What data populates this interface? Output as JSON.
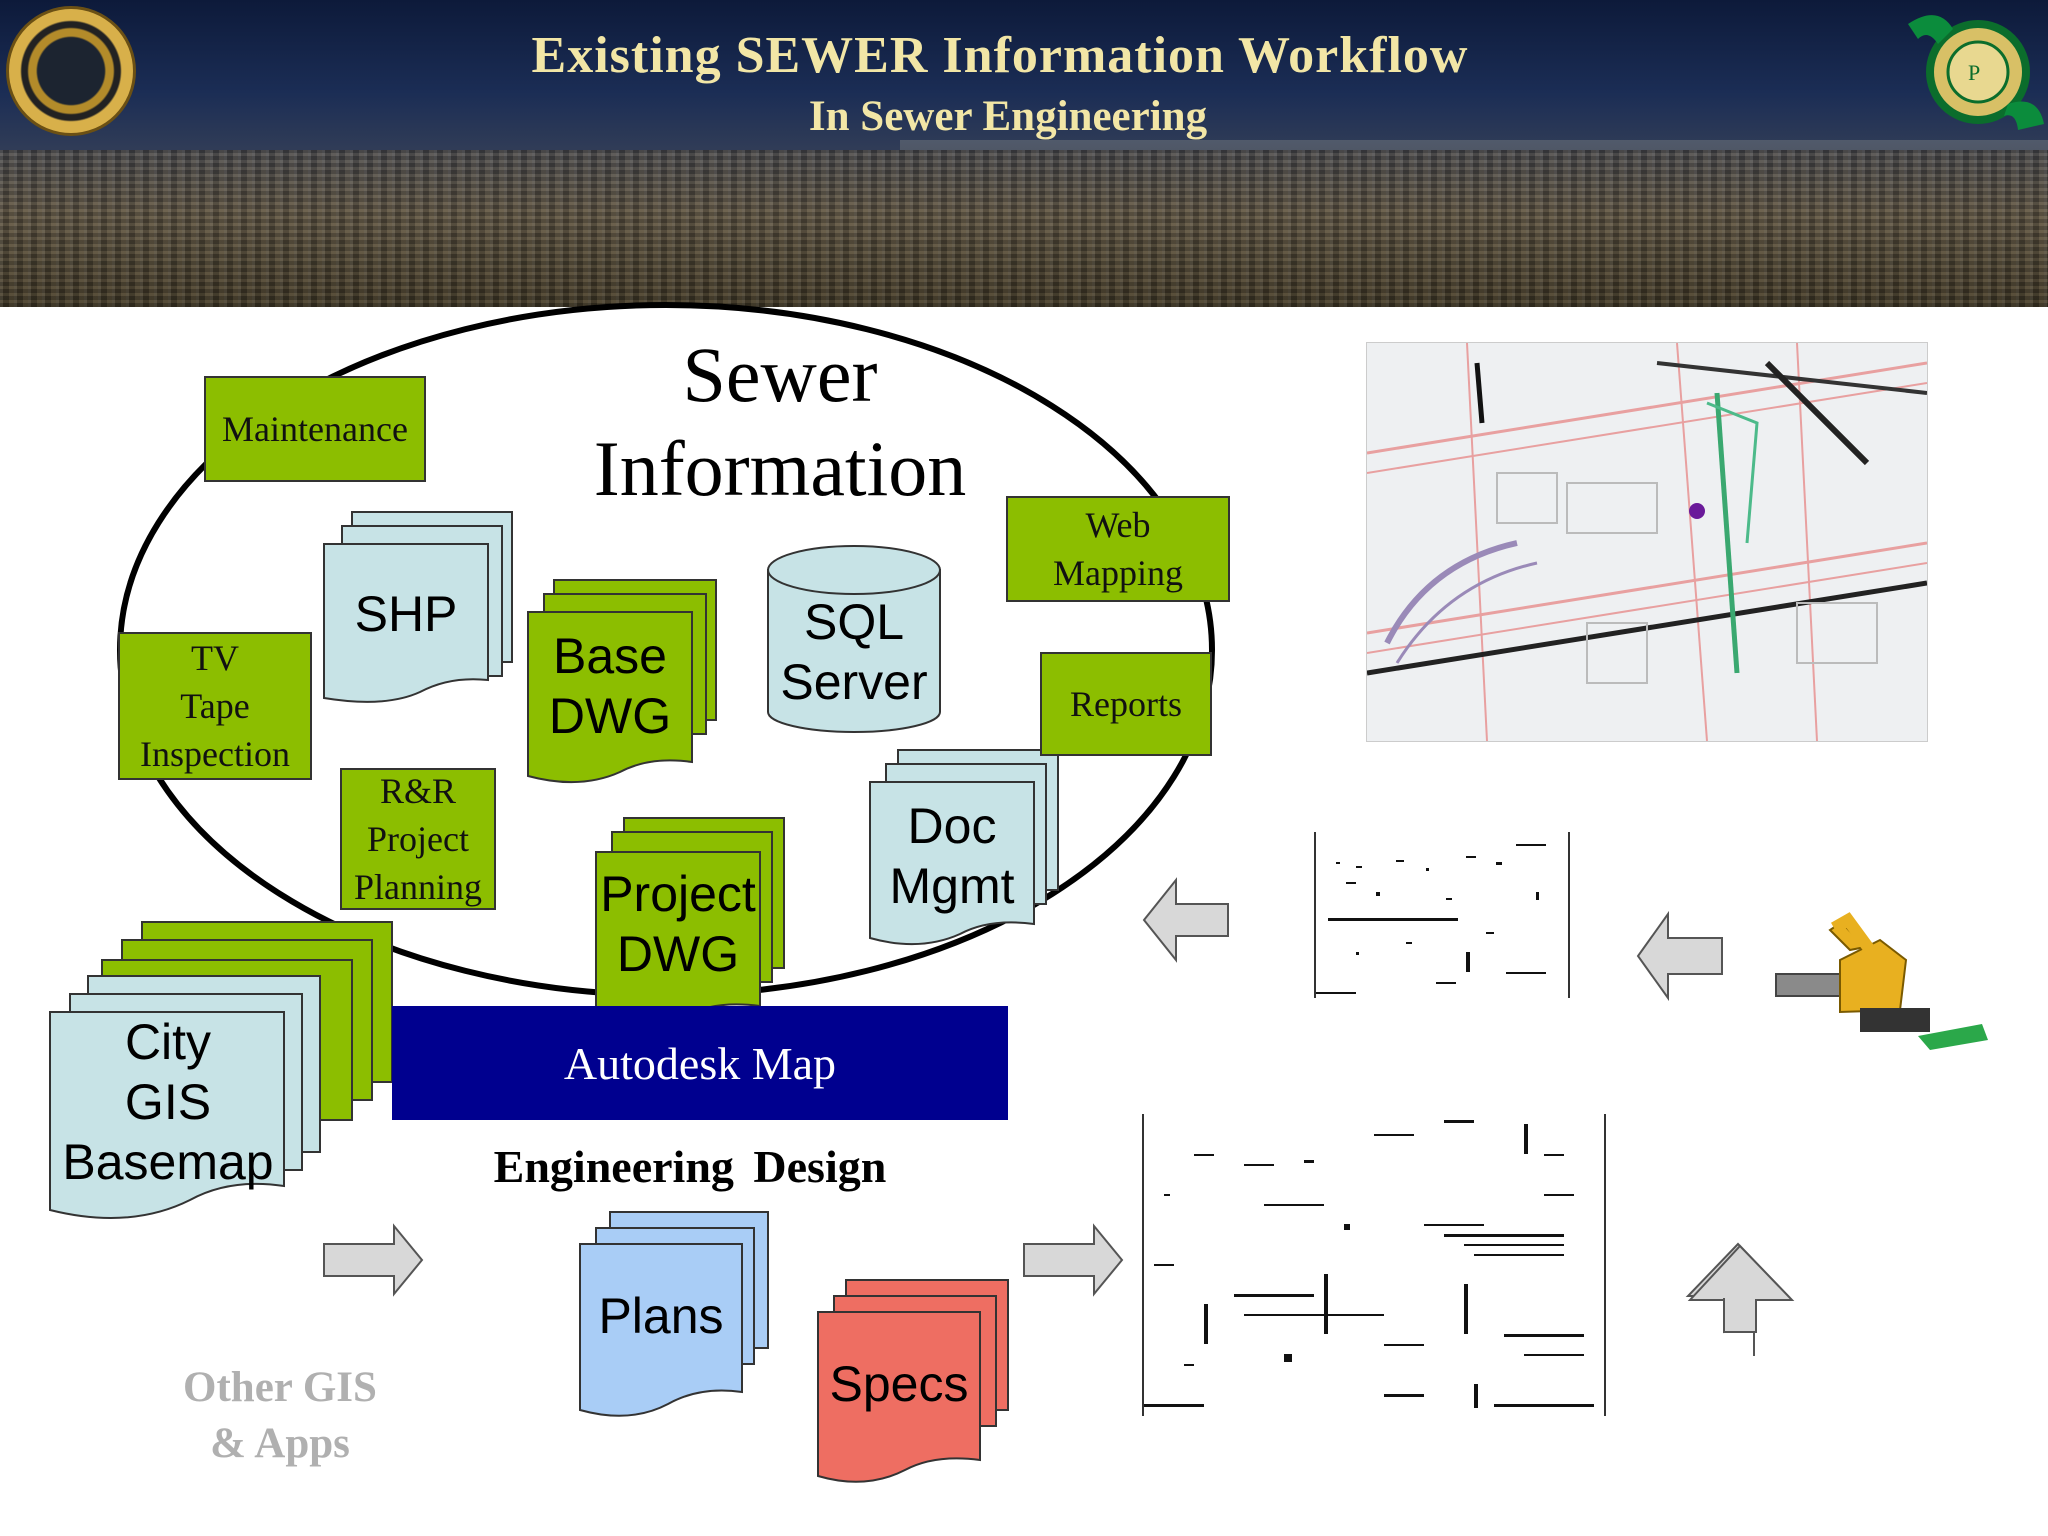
{
  "header": {
    "title": "Existing SEWER Information Workflow",
    "subtitle": "In Sewer Engineering"
  },
  "ellipse": {
    "title_line1": "Sewer",
    "title_line2": "Information"
  },
  "green_boxes": {
    "maintenance": "Maintenance",
    "web_mapping_1": "Web",
    "web_mapping_2": "Mapping",
    "tv_1": "TV",
    "tv_2": "Tape",
    "tv_3": "Inspection",
    "reports": "Reports",
    "rr_1": "R&R",
    "rr_2": "Project",
    "rr_3": "Planning"
  },
  "documents": {
    "shp": "SHP",
    "base_1": "Base",
    "base_2": "DWG",
    "sql_1": "SQL",
    "sql_2": "Server",
    "doc_1": "Doc",
    "doc_2": "Mgmt",
    "project_1": "Project",
    "project_2": "DWG",
    "city_1": "City",
    "city_2": "GIS",
    "city_3": "Basemap",
    "plans": "Plans",
    "specs": "Specs"
  },
  "autodesk_label": "Autodesk Map",
  "engineering_design": "Engineering  Design",
  "other_gis": {
    "line1": "Other GIS",
    "line2": "& Apps"
  },
  "colors": {
    "green": "#8cbe00",
    "light_blue": "#c7e3e6",
    "plans_blue": "#a9cdf6",
    "specs_red": "#ee6e62",
    "navy": "#00008f",
    "title_gold": "#f2e6a6",
    "arrow_grey": "#d8d8d8"
  },
  "icons": {
    "seal_left": "city-seal-icon",
    "seal_right": "dpw-logo-icon",
    "excavator": "excavator-icon"
  }
}
